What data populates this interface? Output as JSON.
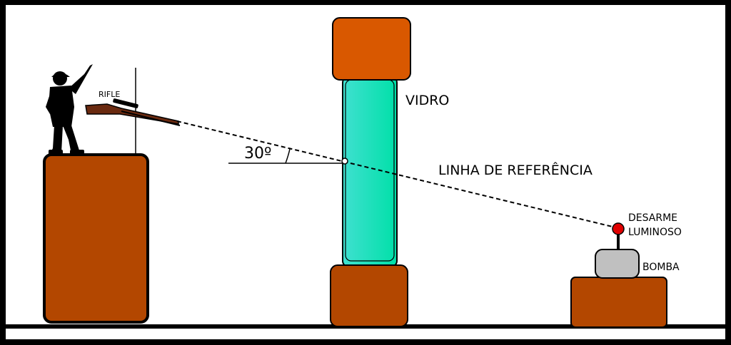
{
  "labels": {
    "rifle": "RIFLE",
    "glass": "VIDRO",
    "angle": "30º",
    "reference_line": "LINHA DE REFERÊNCIA",
    "light_defuse_line1": "DESARME",
    "light_defuse_line2": "LUMINOSO",
    "bomb": "BOMBA"
  },
  "angle_degrees": 30,
  "colors": {
    "frame": "#000000",
    "background": "#ffffff",
    "left_pedestal": "#b34700",
    "glass_cap_top": "#d95800",
    "glass_base": "#b34700",
    "glass_gradient_start": "#40e0d0",
    "glass_gradient_end": "#00e0a8",
    "bomb_pedestal": "#b34700",
    "bomb_body": "#c0c0c0",
    "light_sensor": "#e00000",
    "rifle_wood": "#6a2a10"
  }
}
